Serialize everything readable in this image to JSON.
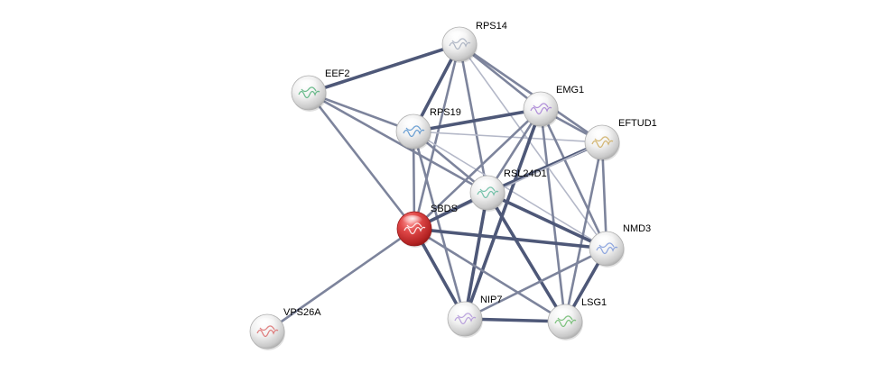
{
  "nodes": [
    {
      "id": "RPS14",
      "label": "RPS14",
      "highlight": false,
      "glyph_color": "#9aa3b5"
    },
    {
      "id": "EEF2",
      "label": "EEF2",
      "highlight": false,
      "glyph_color": "#3fa86a"
    },
    {
      "id": "EMG1",
      "label": "EMG1",
      "highlight": false,
      "glyph_color": "#9b6fd0"
    },
    {
      "id": "RPS19",
      "label": "RPS19",
      "highlight": false,
      "glyph_color": "#3f84c8"
    },
    {
      "id": "EFTUD1",
      "label": "EFTUD1",
      "highlight": false,
      "glyph_color": "#c8a24a"
    },
    {
      "id": "RSL24D1",
      "label": "RSL24D1",
      "highlight": false,
      "glyph_color": "#4fb394"
    },
    {
      "id": "SBDS",
      "label": "SBDS",
      "highlight": true,
      "glyph_color": "#ffffff"
    },
    {
      "id": "NMD3",
      "label": "NMD3",
      "highlight": false,
      "glyph_color": "#6e8ed8"
    },
    {
      "id": "NIP7",
      "label": "NIP7",
      "highlight": false,
      "glyph_color": "#a889d6"
    },
    {
      "id": "LSG1",
      "label": "LSG1",
      "highlight": false,
      "glyph_color": "#58b25a"
    },
    {
      "id": "VPS26A",
      "label": "VPS26A",
      "highlight": false,
      "glyph_color": "#d85a5a"
    }
  ],
  "edges": [
    {
      "source": "EEF2",
      "target": "RPS14",
      "strength": "strong"
    },
    {
      "source": "EEF2",
      "target": "RPS19",
      "strength": "medium"
    },
    {
      "source": "EEF2",
      "target": "RSL24D1",
      "strength": "medium"
    },
    {
      "source": "EEF2",
      "target": "SBDS",
      "strength": "medium"
    },
    {
      "source": "RPS14",
      "target": "RPS19",
      "strength": "strong"
    },
    {
      "source": "RPS14",
      "target": "EMG1",
      "strength": "medium"
    },
    {
      "source": "RPS14",
      "target": "EFTUD1",
      "strength": "medium"
    },
    {
      "source": "RPS14",
      "target": "RSL24D1",
      "strength": "medium"
    },
    {
      "source": "RPS14",
      "target": "SBDS",
      "strength": "medium"
    },
    {
      "source": "RPS14",
      "target": "NMD3",
      "strength": "weak"
    },
    {
      "source": "RPS19",
      "target": "EMG1",
      "strength": "strong"
    },
    {
      "source": "RPS19",
      "target": "EFTUD1",
      "strength": "weak"
    },
    {
      "source": "RPS19",
      "target": "RSL24D1",
      "strength": "medium"
    },
    {
      "source": "RPS19",
      "target": "SBDS",
      "strength": "medium"
    },
    {
      "source": "RPS19",
      "target": "NIP7",
      "strength": "medium"
    },
    {
      "source": "RPS19",
      "target": "NMD3",
      "strength": "weak"
    },
    {
      "source": "EMG1",
      "target": "RSL24D1",
      "strength": "medium"
    },
    {
      "source": "EMG1",
      "target": "SBDS",
      "strength": "medium"
    },
    {
      "source": "EMG1",
      "target": "NIP7",
      "strength": "strong"
    },
    {
      "source": "EMG1",
      "target": "NMD3",
      "strength": "medium"
    },
    {
      "source": "EMG1",
      "target": "LSG1",
      "strength": "medium"
    },
    {
      "source": "EMG1",
      "target": "EFTUD1",
      "strength": "medium"
    },
    {
      "source": "EFTUD1",
      "target": "RSL24D1",
      "strength": "strong"
    },
    {
      "source": "EFTUD1",
      "target": "SBDS",
      "strength": "weak"
    },
    {
      "source": "EFTUD1",
      "target": "NMD3",
      "strength": "medium"
    },
    {
      "source": "EFTUD1",
      "target": "LSG1",
      "strength": "medium"
    },
    {
      "source": "RSL24D1",
      "target": "SBDS",
      "strength": "strong"
    },
    {
      "source": "RSL24D1",
      "target": "NMD3",
      "strength": "strong"
    },
    {
      "source": "RSL24D1",
      "target": "NIP7",
      "strength": "strong"
    },
    {
      "source": "RSL24D1",
      "target": "LSG1",
      "strength": "strong"
    },
    {
      "source": "SBDS",
      "target": "NMD3",
      "strength": "strong"
    },
    {
      "source": "SBDS",
      "target": "NIP7",
      "strength": "strong"
    },
    {
      "source": "SBDS",
      "target": "LSG1",
      "strength": "medium"
    },
    {
      "source": "SBDS",
      "target": "VPS26A",
      "strength": "medium"
    },
    {
      "source": "NMD3",
      "target": "NIP7",
      "strength": "medium"
    },
    {
      "source": "NMD3",
      "target": "LSG1",
      "strength": "strong"
    },
    {
      "source": "NIP7",
      "target": "LSG1",
      "strength": "strong"
    }
  ],
  "colors": {
    "edge_strong": "#4e5878",
    "edge_medium": "#7d849c",
    "edge_weak": "#b4b8c8",
    "node_fill": "#ececec",
    "node_highlight": "#d63a3a",
    "label": "#000000"
  }
}
